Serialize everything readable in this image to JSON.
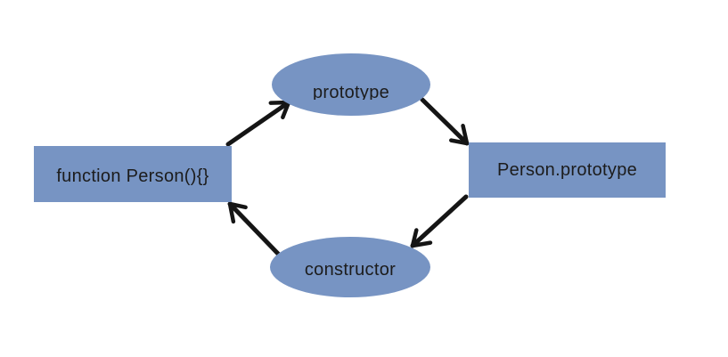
{
  "diagram": {
    "title": "function-prototype-constructor relationship diagram",
    "background_color": "#ffffff",
    "node_fill_color": "#7794c3",
    "node_text_color": "#1c1c1c",
    "arrow_color": "#151515",
    "nodes": [
      {
        "id": "function-person",
        "shape": "rectangle",
        "label": "function Person(){}"
      },
      {
        "id": "prototype",
        "shape": "ellipse",
        "label": "prototype"
      },
      {
        "id": "person-prototype",
        "shape": "rectangle",
        "label": "Person.prototype"
      },
      {
        "id": "constructor",
        "shape": "ellipse",
        "label": "constructor"
      }
    ],
    "edges": [
      {
        "from": "function-person",
        "to": "prototype"
      },
      {
        "from": "prototype",
        "to": "person-prototype"
      },
      {
        "from": "person-prototype",
        "to": "constructor"
      },
      {
        "from": "constructor",
        "to": "function-person"
      }
    ]
  }
}
